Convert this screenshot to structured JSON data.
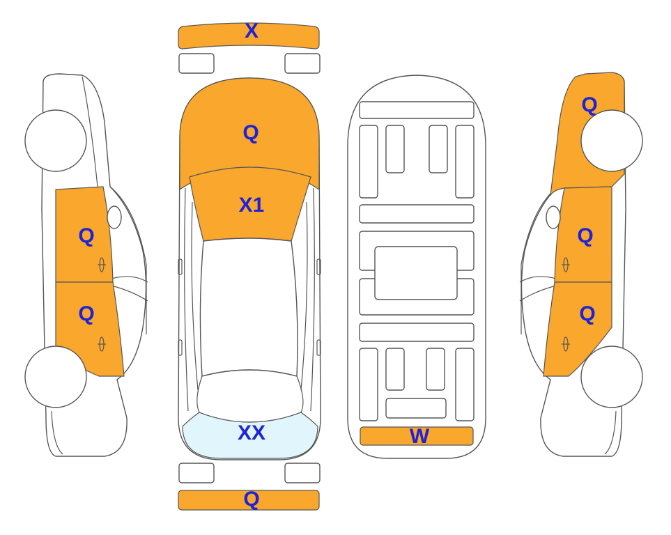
{
  "colors": {
    "damage": "#FAA72D",
    "glass_damage": "#E1F5FC",
    "label": "#1F23D6",
    "outline": "#555555"
  },
  "labels": {
    "front_bumper": "X",
    "hood": "Q",
    "windshield": "X1",
    "rear_window": "XX",
    "rear_bumper": "Q",
    "underbody_rear": "W",
    "left_front_door": "Q",
    "left_rear_door": "Q",
    "right_front_fender": "Q",
    "right_front_door": "Q",
    "right_rear_door": "Q"
  }
}
